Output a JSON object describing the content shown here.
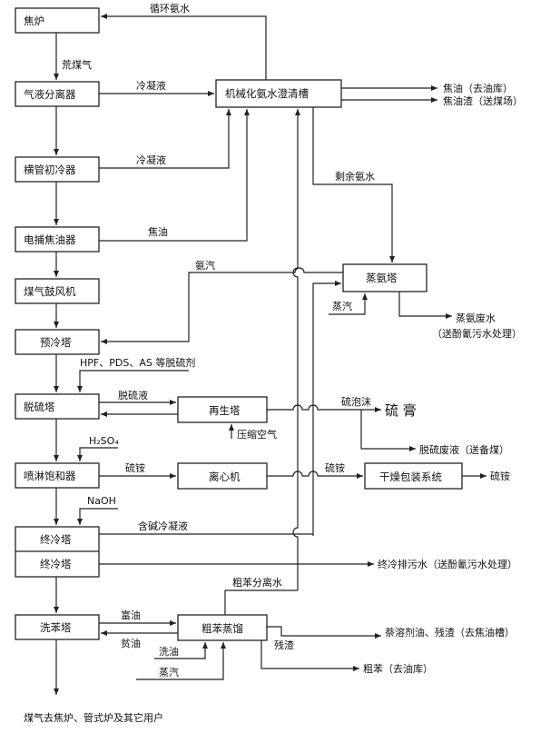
{
  "boxes": {
    "coke_oven": "焦炉",
    "separator": "气液分离器",
    "primary_cooler": "横管初冷器",
    "tar_precipitator": "电捕焦油器",
    "blower": "煤气鼓风机",
    "precooler": "预冷塔",
    "desulfur": "脱硫塔",
    "spray_saturator": "喷淋饱和器",
    "final_cooler_1": "终冷塔",
    "final_cooler_2": "终冷塔",
    "benzene_wash": "洗苯塔",
    "clarifier": "机械化氨水澄清槽",
    "ammonia_still": "蒸氨塔",
    "regen": "再生塔",
    "centrifuge": "离心机",
    "dryer": "干燥包装系统",
    "crude_still": "粗苯蒸馏"
  },
  "labels": {
    "circ_ammonia": "循环氨水",
    "raw_gas": "荒煤气",
    "condensate_1": "冷凝液",
    "condensate_2": "冷凝液",
    "tar": "焦油",
    "tar_out": "焦油（去油库）",
    "tar_residue": "焦油渣（送煤场）",
    "residual_ammonia": "剩余氨水",
    "ammonia_gas": "氨汽",
    "steam_1": "蒸汽",
    "ammonia_waste": "蒸氨废水",
    "ammonia_waste_2": "（送酚氰污水处理）",
    "desulfurizer": "HPF、PDS、AS 等脱硫剂",
    "desulf_liquid": "脱硫液",
    "sulfur_foam": "硫泡沫",
    "sulfur_paste": "硫 膏",
    "compressed_air": "压缩空气",
    "desulf_waste": "脱硫废液（送备煤）",
    "h2so4": "H₂SO₄",
    "ammonium_sulfate_1": "硫铵",
    "ammonium_sulfate_2": "硫铵",
    "ammonium_sulfate_3": "硫铵",
    "naoh": "NaOH",
    "alkaline_condensate": "含碱冷凝液",
    "final_cool_waste": "终冷排污水（送酚氰污水处理）",
    "crude_benzene_water": "粗苯分离水",
    "rich_oil": "富油",
    "lean_oil": "贫油",
    "wash_oil": "洗油",
    "steam_2": "蒸汽",
    "residue": "残渣",
    "naphthalene_oil": "萘溶剂油、残渣（去焦油槽）",
    "crude_benzene": "粗苯（去油库）",
    "gas_out": "煤气去焦炉、管式炉及其它用户"
  }
}
